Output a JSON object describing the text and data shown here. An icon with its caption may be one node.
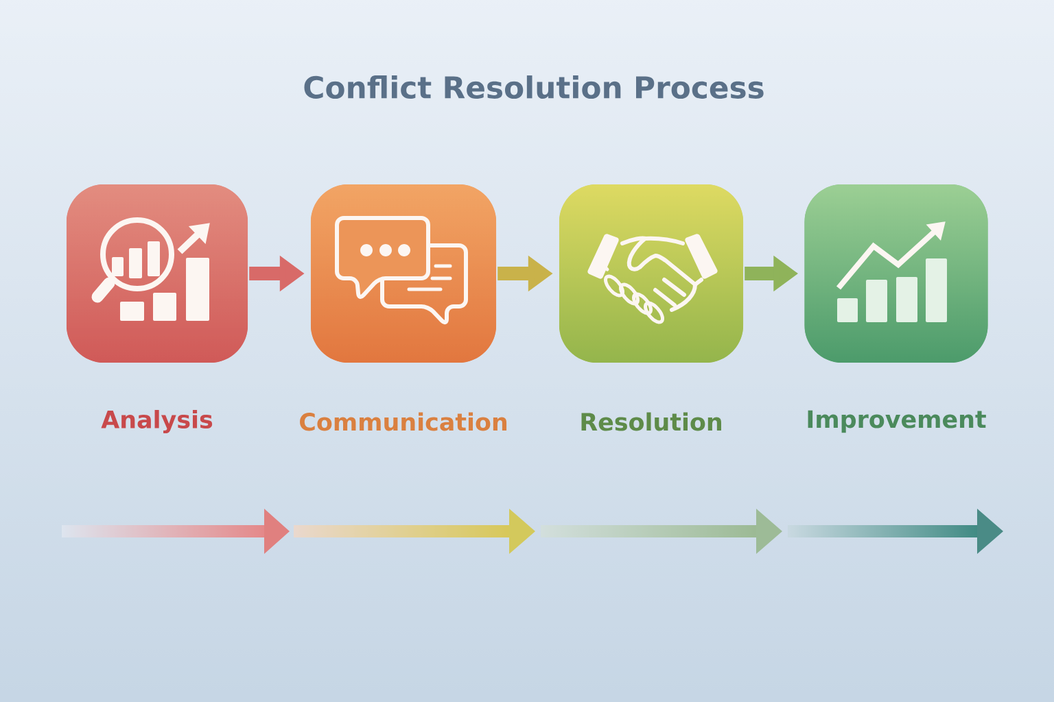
{
  "diagram": {
    "title": "Conflict Resolution Process",
    "nodes": [
      {
        "text": [
          "Analysis"
        ]
      },
      {
        "text": [
          "Communication"
        ]
      },
      {
        "text": [
          "Resolution"
        ]
      },
      {
        "text": [
          "Improvement"
        ]
      }
    ],
    "edges": [
      {
        "from": 0,
        "to": 1,
        "arrow": "to",
        "color": "#d86a68"
      },
      {
        "from": 1,
        "to": 2,
        "arrow": "to",
        "color": "#c9b24a"
      },
      {
        "from": 2,
        "to": 3,
        "arrow": "to",
        "color": "#8fb35a"
      }
    ]
  }
}
